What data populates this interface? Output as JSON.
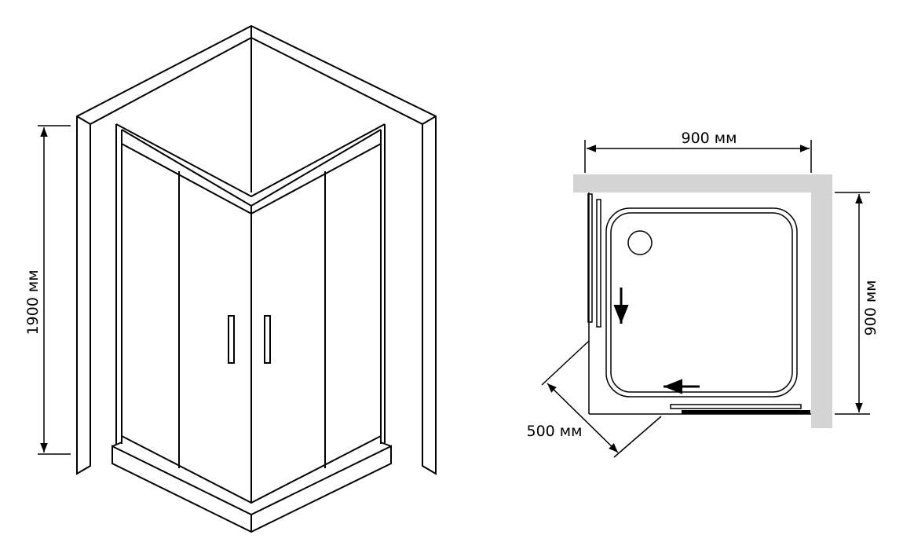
{
  "dimensions": {
    "height_label": "1900 мм",
    "top_width_label": "900 мм",
    "right_depth_label": "900 мм",
    "door_opening_label": "500 мм"
  },
  "colors": {
    "line": "#000000",
    "wall_fill": "#d4d4d4",
    "background": "#ffffff"
  }
}
